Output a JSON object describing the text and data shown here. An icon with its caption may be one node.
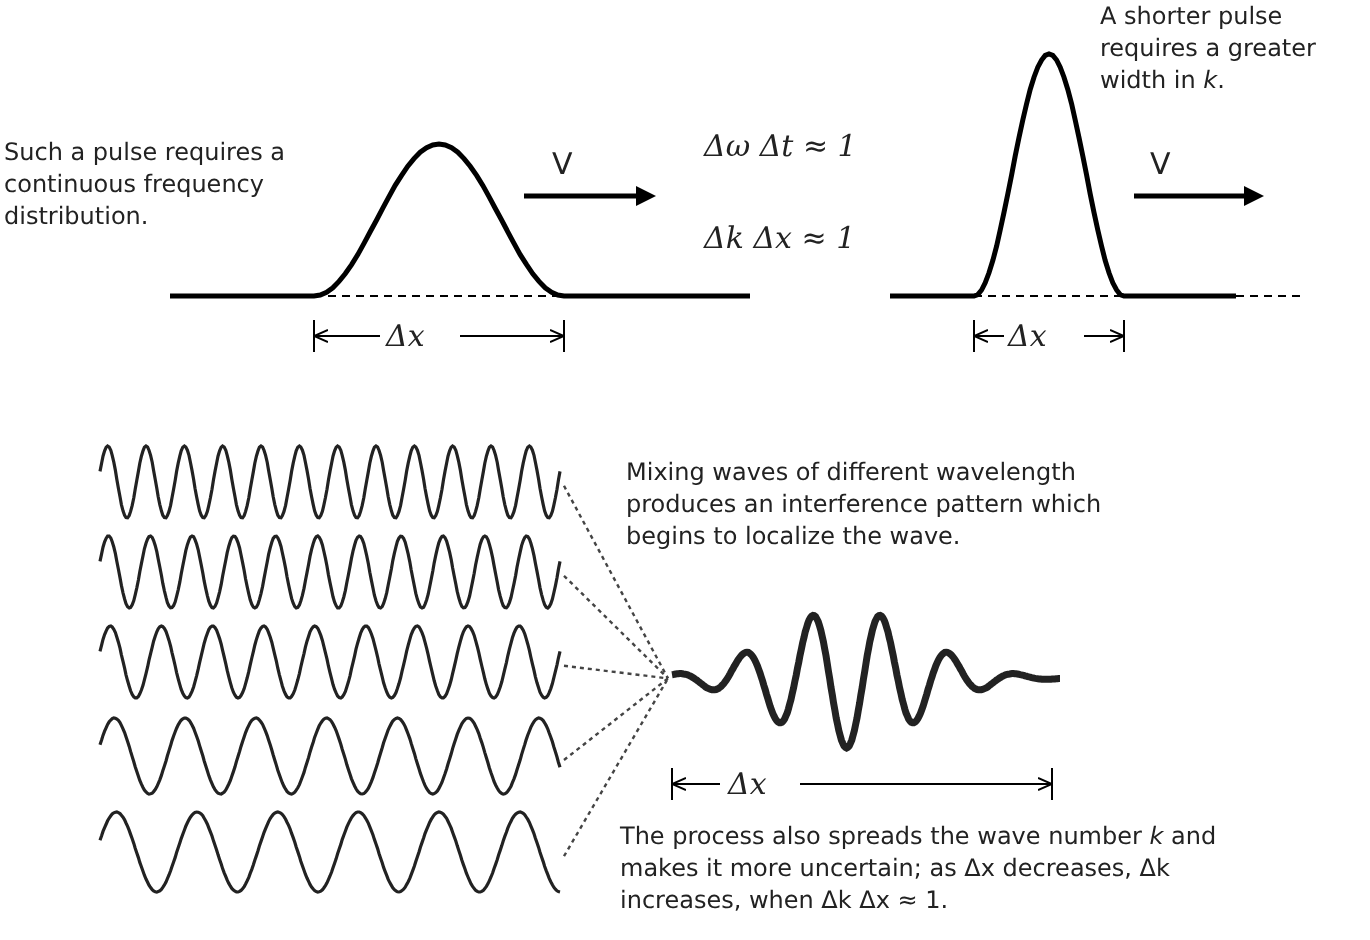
{
  "diagram": {
    "nodes": [
      {
        "text": [],
        "shape": "wave"
      },
      {
        "text": [],
        "shape": "wave"
      },
      {
        "text": [],
        "shape": "wave"
      },
      {
        "text": [],
        "shape": "wave"
      },
      {
        "text": [],
        "shape": "wave"
      },
      {
        "text": [],
        "shape": "wave"
      }
    ],
    "edges": [
      {
        "from": 0,
        "to": 5,
        "arrow": "none",
        "style": "dashed"
      },
      {
        "from": 1,
        "to": 5,
        "arrow": "none",
        "style": "dashed"
      },
      {
        "from": 2,
        "to": 5,
        "arrow": "none",
        "style": "dashed"
      },
      {
        "from": 3,
        "to": 5,
        "arrow": "none",
        "style": "dashed"
      },
      {
        "from": 4,
        "to": 5,
        "arrow": "none",
        "style": "dashed"
      }
    ],
    "labels": [
      "A shorter pulse requires a greater width in *k*.",
      "Such a pulse requires a continuous frequency distribution.",
      "V",
      "Δω Δt ≈ 1",
      "V",
      "Δk Δx ≈ 1",
      "Δx",
      "Δx",
      "Mixing waves of different wavelength produces an interference pattern which begins to localize the wave.",
      "Δx",
      "The process also spreads the wave number *k* and makes it more uncertain; as Δx decreases, Δk increases, when Δk Δx ≈ 1."
    ]
  }
}
